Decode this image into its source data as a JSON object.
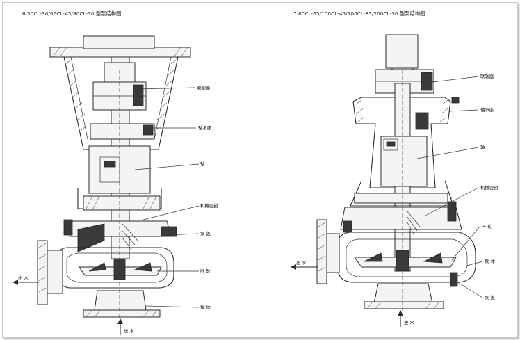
{
  "left_diagram": {
    "title": "6.50CL-30/65CL-45/80CL-30 型泵结构图",
    "labels": {
      "coupling": "联轴器",
      "bearing_seat": "轴承座",
      "shaft": "轴",
      "mechanical_seal": "机械密封",
      "pump_cover": "泵 盖",
      "impeller": "叶 轮",
      "pump_body": "泵 体",
      "outlet": "出 水",
      "inlet": "进 水"
    }
  },
  "right_diagram": {
    "title": "7.80CL-65/100CL-45/100CL-85/200CL-30 型泵结构图",
    "labels": {
      "coupling": "联轴器",
      "bearing_seat": "轴承座",
      "shaft": "轴",
      "mechanical_seal": "机械密封",
      "impeller": "叶 轮",
      "pump_body": "泵 体",
      "pump_cover": "泵 盖",
      "outlet": "出 水",
      "inlet": "进 水"
    }
  }
}
